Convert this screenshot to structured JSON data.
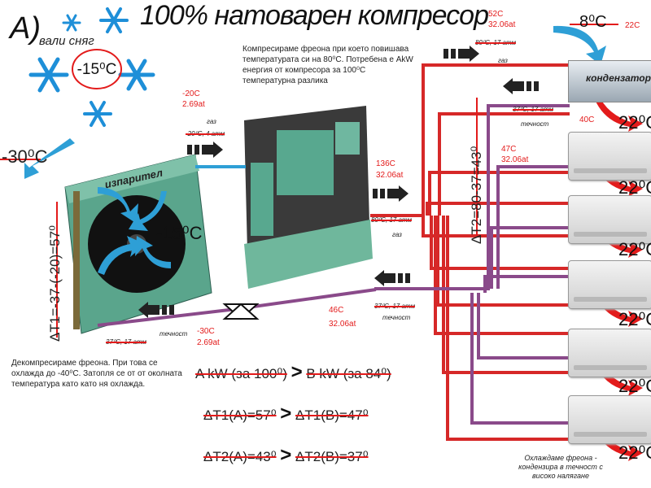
{
  "section_label": "А)",
  "title": "100% натоварен компресор",
  "snow": {
    "caption": "вали сняг",
    "temp": "-15⁰C"
  },
  "compressor_note": "Компресираме фреона при което повишава температурата си на 80⁰С. Потребена е AkW енергия от компресора за 100⁰С температурна разлика",
  "evaporator": {
    "label": "изпарител",
    "out_temp": "-30⁰C",
    "fan_temp": "-15⁰C",
    "dt1_vertical": "ΔТ1=-37-(-20)=57⁰",
    "note": "Декомпресираме фреона. При това се охлажда до -40⁰С. Затопля се от от околната температура като като ня охлажда."
  },
  "compressor_in": {
    "temp": "-20C",
    "pressure": "2.69at",
    "state": "газ",
    "crossed": "-20⁰C, 4 атм"
  },
  "compressor_out": {
    "temp": "136C",
    "pressure": "32.06at",
    "crossed": "80⁰C, 17 атм",
    "state": "газ"
  },
  "top_line": {
    "temp": "52C",
    "pressure": "32.06at",
    "crossed": "80⁰C, 17 атм",
    "state": "газ"
  },
  "condenser": {
    "label": "кондензатор",
    "ambient": "8⁰C",
    "ambient_alt": "22C",
    "return_crossed": "37⁰C, 17 атм",
    "return_state": "течност",
    "temp_40": "40C",
    "temp_47": "47C",
    "pressure_47": "32.06at",
    "dt2_vertical": "ΔТ2=80-37=43⁰"
  },
  "liquid_line": {
    "temp": "46C",
    "pressure": "32.06at",
    "crossed": "37⁰C, 17 атм",
    "state": "течност"
  },
  "bottom_line": {
    "crossed": "37⁰C, 17 атм",
    "state": "течност",
    "temp": "-30C",
    "pressure": "2.69at"
  },
  "formulas": {
    "f1_left": "A kW (за 100⁰)",
    "f1_right": "B kW (за 84⁰)",
    "f2_left": "ΔT1(A)=57⁰",
    "f2_right": "ΔT1(B)=47⁰",
    "f3_left": "ΔT2(A)=43⁰",
    "f3_right": "ΔT2(B)=37⁰",
    "gt": ">"
  },
  "units": [
    {
      "temp": "22⁰C"
    },
    {
      "temp": "22⁰C"
    },
    {
      "temp": "22⁰C"
    },
    {
      "temp": "22⁰C"
    },
    {
      "temp": "22⁰C"
    },
    {
      "temp": "22⁰C"
    }
  ],
  "footer_note": "Охлаждаме фреона - кондензира в течност с високо налягане",
  "colors": {
    "hot_pipe": "#d62828",
    "liquid_pipe": "#8a4a8a",
    "cold_pipe": "#2e9fd6",
    "snow": "#1e8fd8",
    "ink": "#e31b1b"
  }
}
